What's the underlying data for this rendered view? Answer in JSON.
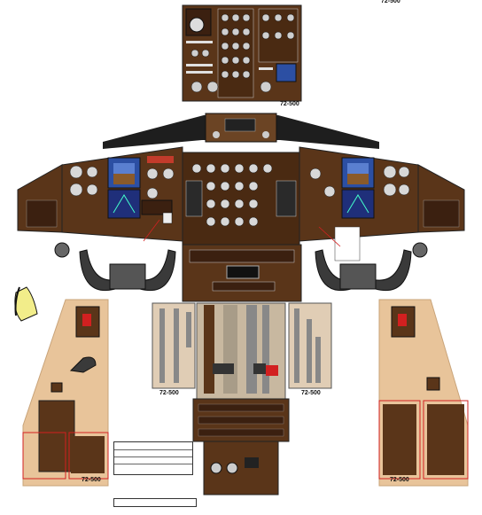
{
  "model_labels": {
    "overhead_top": "72-500",
    "overhead_bottom": "72-500",
    "center_left_pedestal": "72-500",
    "center_right_pedestal": "72-500",
    "left_console": "72-500",
    "right_console": "72-500"
  },
  "colors": {
    "panel_brown": "#5a3519",
    "panel_dark": "#3b2010",
    "glareshield": "#1e1e1e",
    "console_tan": "#e8c49a",
    "screen_blue": "#2c4fa3",
    "highlight_red": "#d22020",
    "yoke_grey": "#3a3a3a"
  },
  "title_block": {
    "heading": "",
    "rows": [
      "",
      "",
      ""
    ]
  }
}
